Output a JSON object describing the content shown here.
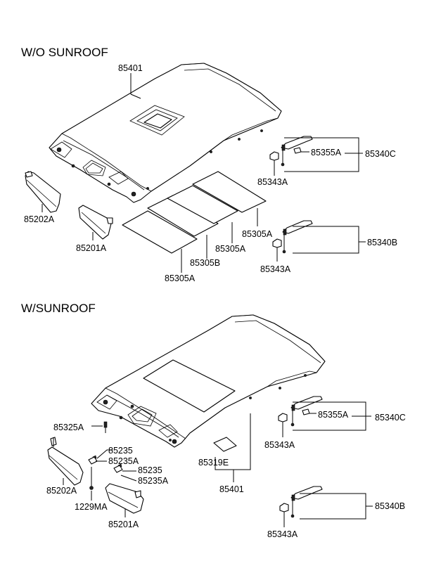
{
  "sections": {
    "without_sunroof": {
      "title": "W/O SUNROOF",
      "labels": {
        "headlining": "85401",
        "handle_clip": "85355A",
        "handle_assy_front": "85340C",
        "handle_cap_front": "85343A",
        "visor_left": "85202A",
        "visor_right": "85201A",
        "pad_1": "85305A",
        "pad_2": "85305A",
        "pad_3": "85305B",
        "pad_4": "85305A",
        "handle_assy_rear": "85340B",
        "handle_cap_rear": "85343A"
      }
    },
    "with_sunroof": {
      "title": "W/SUNROOF",
      "labels": {
        "screw": "85325A",
        "visor_left": "85202A",
        "bracket_1": "85235",
        "bracket_1a": "85235A",
        "bracket_2": "85235",
        "bracket_2a": "85235A",
        "bolt": "1229MA",
        "visor_right": "85201A",
        "pad": "85319E",
        "headlining": "85401",
        "handle_clip": "85355A",
        "handle_assy_front": "85340C",
        "handle_cap_front": "85343A",
        "handle_assy_rear": "85340B",
        "handle_cap_rear": "85343A"
      }
    }
  }
}
